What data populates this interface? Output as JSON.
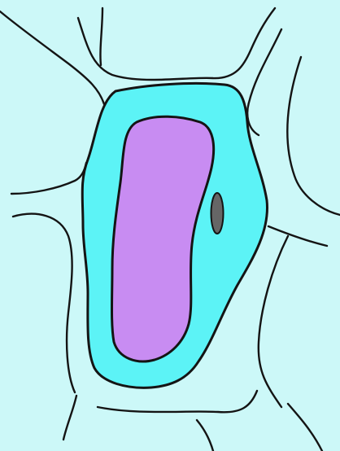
{
  "diagram": {
    "subject": "plant cell",
    "structures": [
      "neighboring-cell-walls",
      "cytoplasm",
      "vacuole",
      "nucleus"
    ],
    "colors": {
      "background": "#ccf8f8",
      "outline": "#141414",
      "cytoplasm": "#5cf3f6",
      "vacuole": "#c88cf2",
      "nucleus": "#666666"
    }
  }
}
